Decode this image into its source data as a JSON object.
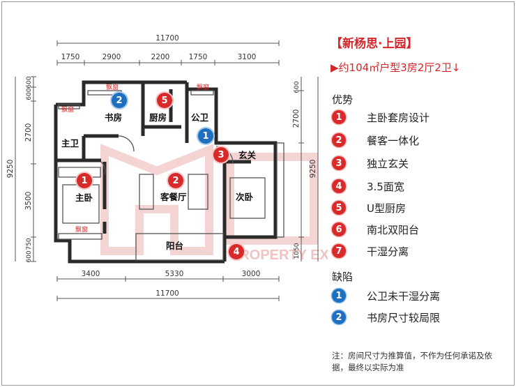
{
  "header": {
    "title": "【新杨思·上园】",
    "subtitle": "▶约104㎡户型3房2厅2卫↓"
  },
  "advantages": {
    "heading": "优势",
    "items": [
      {
        "num": "1",
        "label": "主卧套房设计"
      },
      {
        "num": "2",
        "label": "餐客一体化"
      },
      {
        "num": "3",
        "label": "独立玄关"
      },
      {
        "num": "4",
        "label": "3.5面宽"
      },
      {
        "num": "5",
        "label": "U型厨房"
      },
      {
        "num": "6",
        "label": "南北双阳台"
      },
      {
        "num": "7",
        "label": "干湿分离"
      }
    ]
  },
  "defects": {
    "heading": "缺陷",
    "items": [
      {
        "num": "1",
        "label": "公卫未干湿分离"
      },
      {
        "num": "2",
        "label": "书房尺寸较局限"
      }
    ]
  },
  "note": "注：房间尺寸为推算值，不作为任何承诺及依据，最终以实际为准",
  "floorplan": {
    "dim_top_total": "11700",
    "dim_top_segments": [
      "1750",
      "2900",
      "2200",
      "1750",
      "3100"
    ],
    "dim_bottom_segments": [
      "3400",
      "5330",
      "3000"
    ],
    "dim_bottom_total": "11700",
    "dim_left_segments": [
      "600",
      "600",
      "2700",
      "3500",
      "750",
      "600"
    ],
    "dim_left_total": "9250",
    "dim_right_segments": [
      "600",
      "2700",
      "1050"
    ],
    "dim_right_total": "9250",
    "rooms": {
      "study": "书房",
      "kitchen": "厨房",
      "public_bath": "公卫",
      "master_bath": "主卫",
      "entrance": "玄关",
      "master_bed": "主卧",
      "living_dining": "客餐厅",
      "second_bed": "次卧",
      "balcony": "阳台"
    },
    "bay_window_label": "飘窗",
    "badges": {
      "master_bed": "1",
      "living": "2",
      "entrance": "3",
      "balcony": "4",
      "kitchen": "5",
      "study_defect": "2",
      "bath_defect": "1"
    },
    "watermark": "PROPERTY EXCLUSIVE"
  },
  "colors": {
    "accent_red": "#d82a2a",
    "accent_blue": "#1e6fbf",
    "wall": "#2a2a2a",
    "watermark": "#f2c9c9"
  }
}
